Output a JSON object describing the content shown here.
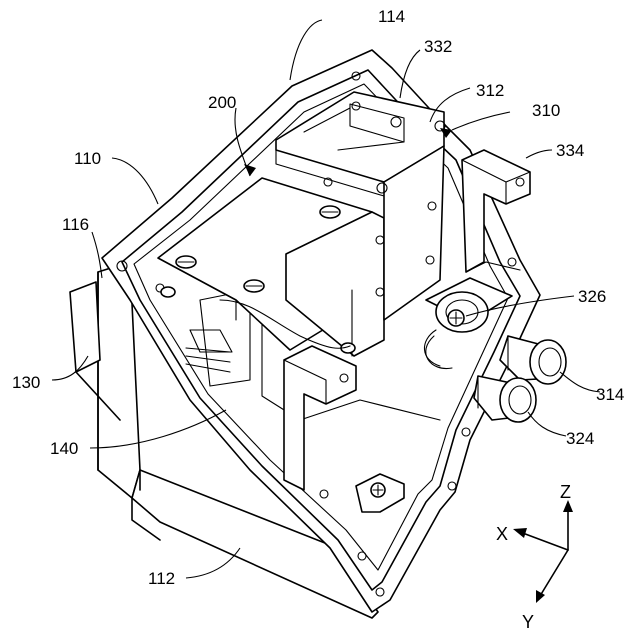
{
  "figure": {
    "labels": {
      "l114": "114",
      "l332": "332",
      "l312": "312",
      "l310": "310",
      "l200": "200",
      "l110": "110",
      "l334": "334",
      "l116": "116",
      "l326": "326",
      "l130": "130",
      "l314": "314",
      "l140": "140",
      "l324": "324",
      "l112": "112"
    },
    "axes": {
      "z": "Z",
      "x": "X",
      "y": "Y"
    }
  }
}
